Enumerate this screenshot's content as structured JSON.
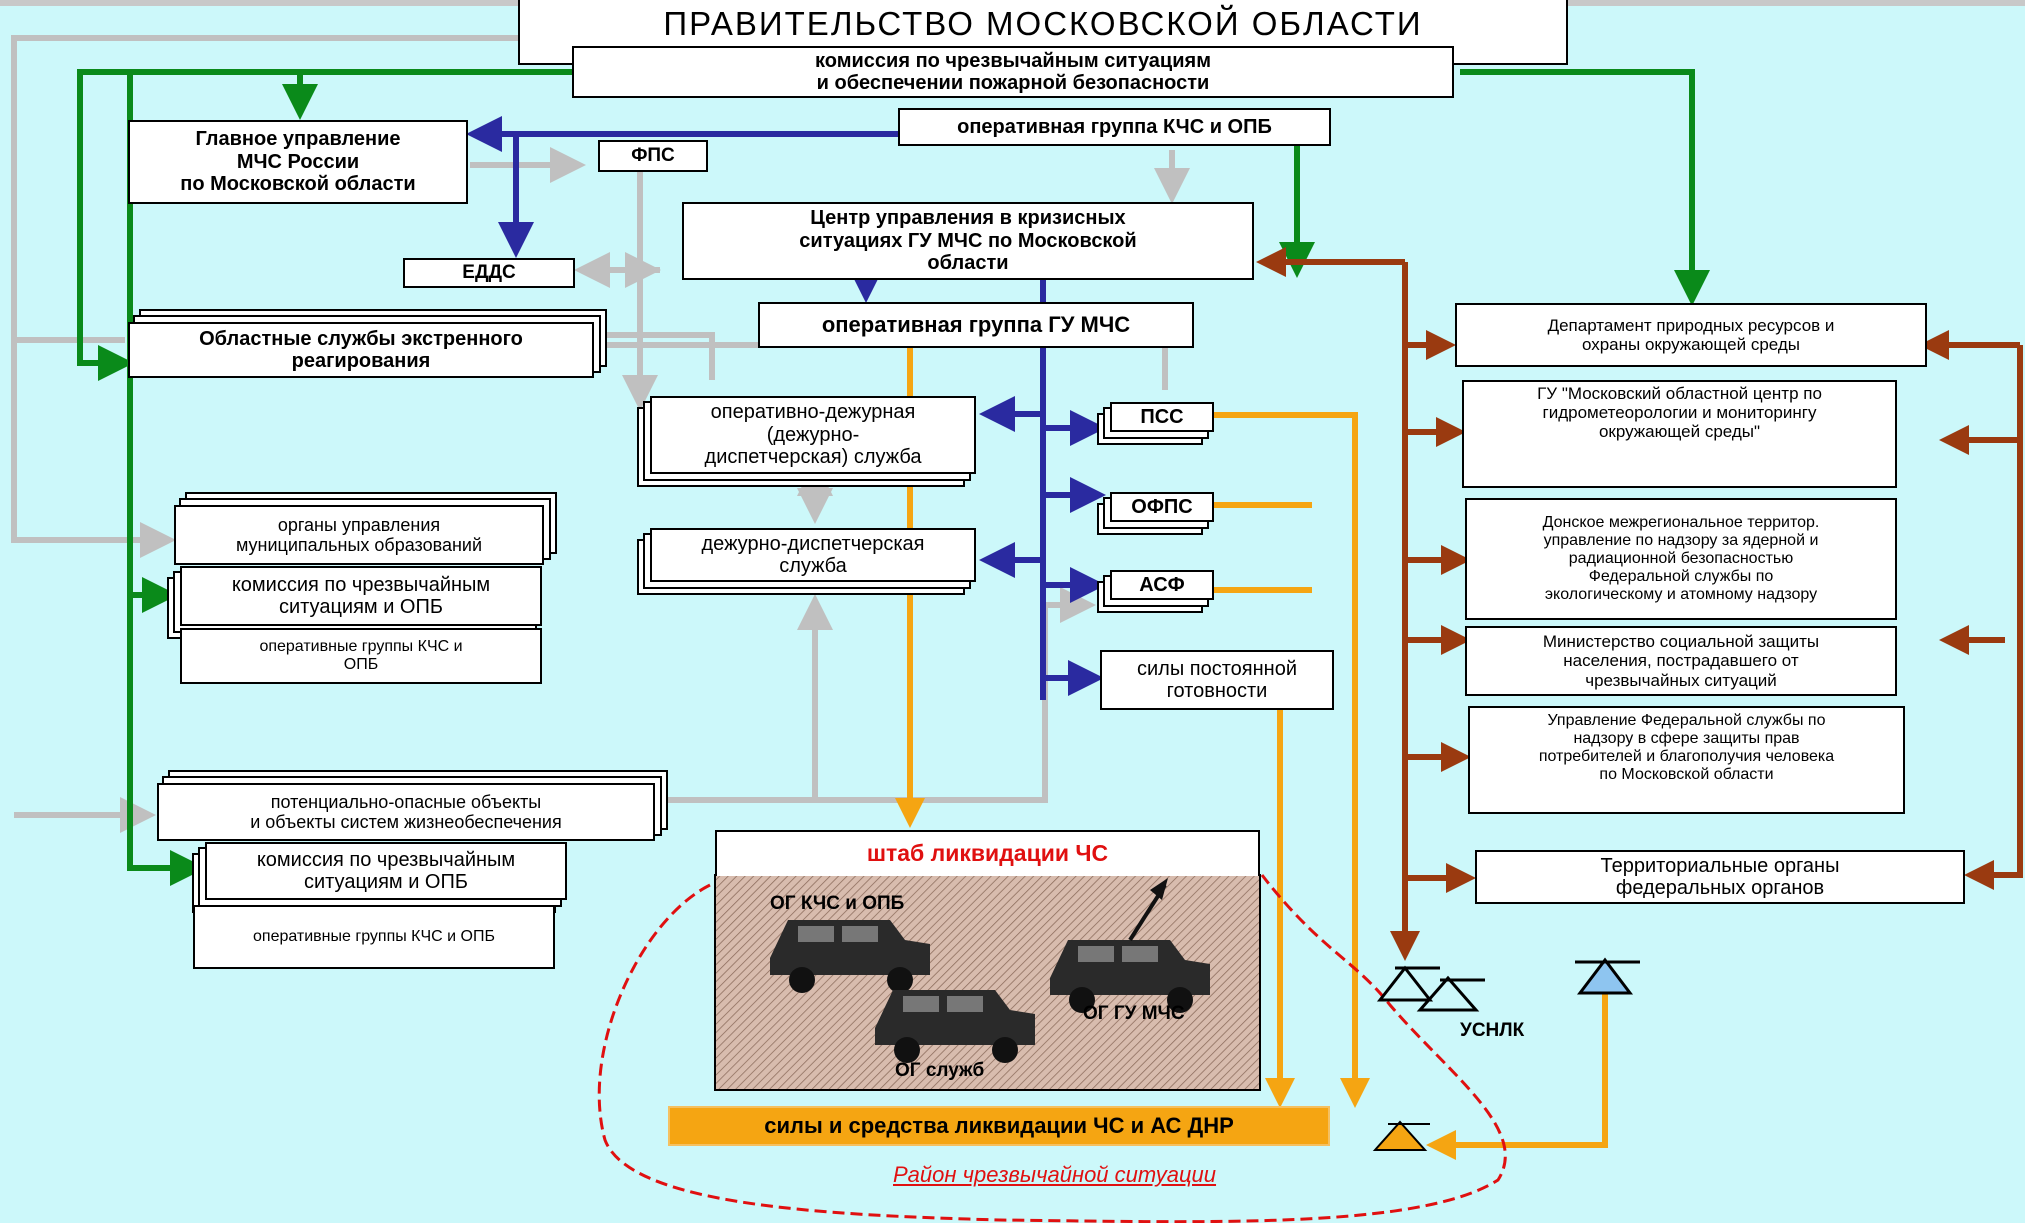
{
  "nodes": {
    "government": "ПРАВИТЕЛЬСТВО МОСКОВСКОЙ ОБЛАСТИ",
    "commission": "комиссия по чрезвычайным ситуациям\nи обеспечении пожарной безопасности",
    "op_group_kchs": "оперативная группа КЧС и ОПБ",
    "mchs_main": "Главное управление\nМЧС России\nпо Московской области",
    "fps": "ФПС",
    "crisis_center": "Центр управления в кризисных\nситуациях ГУ МЧС по Московской\nобласти",
    "edds": "ЕДДС",
    "op_group_gu": "оперативная группа ГУ МЧС",
    "regional_services": "Областные службы экстренного\nреагирования",
    "duty_dispatch_1": "оперативно-дежурная\n(дежурно-\nдиспетчерская) служба",
    "duty_dispatch_2": "дежурно-диспетчерская\nслужба",
    "pss": "ПСС",
    "ofps": "ОФПС",
    "asf": "АСФ",
    "ready_forces": "силы постоянной\nготовности",
    "municipal": "органы управления\nмуниципальных образований",
    "commission_mun": "комиссия по чрезвычайным\nситуациям и ОПБ",
    "op_groups_mun": "оперативные группы КЧС и\nОПБ",
    "hazardous": "потенциально-опасные объекты\nи объекты систем жизнеобеспечения",
    "commission_obj": "комиссия по чрезвычайным\nситуациям и ОПБ",
    "op_groups_obj": "оперативные группы КЧС и ОПБ",
    "hq": "штаб ликвидации ЧС",
    "hq_og_kchs": "ОГ КЧС и ОПБ",
    "hq_og_gu": "ОГ ГУ МЧС",
    "hq_og_services": "ОГ служб",
    "forces": "силы и средства ликвидации ЧС и АС ДНР",
    "zone": "Район чрезвычайной ситуации",
    "usnlk": "УСНЛК",
    "dept_nature": "Департамент природных ресурсов и\nохраны окружающей среды",
    "hydromet": "ГУ \"Московский областной центр по\nгидрометеорологии и мониторингу\nокружающей среды\"",
    "don_admin": "Донское межрегиональное территор.\nуправление по надзору за ядерной и\nрадиационной безопасностью\nФедеральной службы по\nэкологическому и атомному надзору",
    "social": "Министерство социальной защиты\nнаселения, пострадавшего от\nчрезвычайных ситуаций",
    "consumer": "Управление Федеральной службы по\nнадзору в сфере защиты прав\nпотребителей и благополучия человека\nпо Московской области",
    "territorial": "Территориальные органы\nфедеральных органов"
  },
  "colors": {
    "background": "#ccf8fa",
    "green": "#0a8a1a",
    "blue": "#2a2aa0",
    "gray": "#c0c0c0",
    "orange": "#f5a512",
    "brown": "#9a3a10",
    "red": "#e01010",
    "hatch": "#c8a898"
  }
}
